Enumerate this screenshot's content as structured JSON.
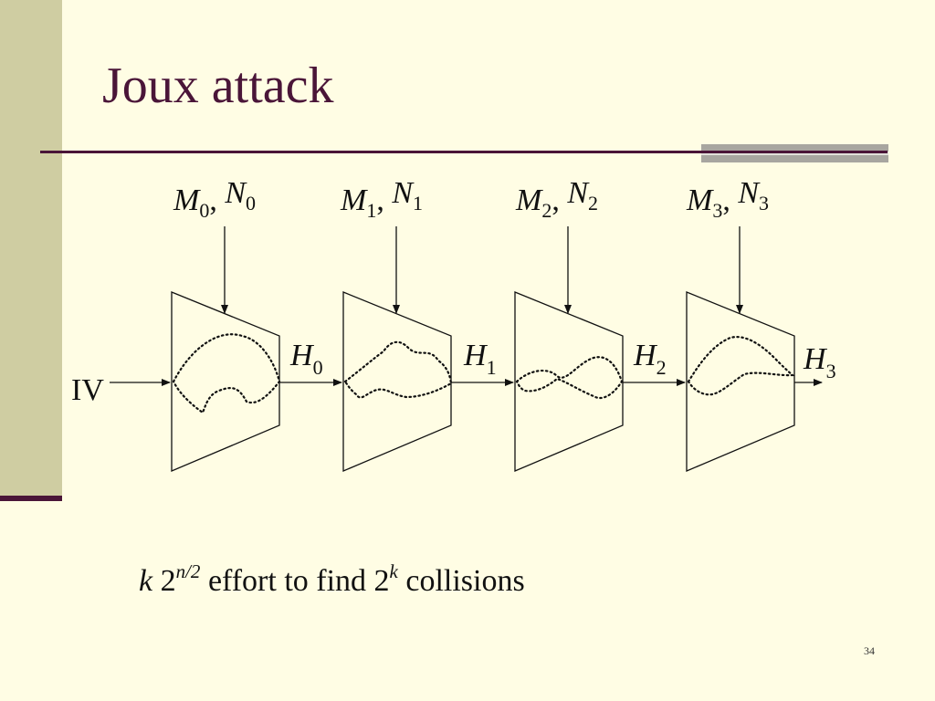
{
  "slide": {
    "title": "Joux attack",
    "page_number": "34",
    "colors": {
      "background": "#FFFDE4",
      "accent": "#4A1538",
      "sidebar": "#CFCDA2"
    }
  },
  "diagram": {
    "input_label": "IV",
    "blocks": [
      {
        "m": "M",
        "m_sub": "0",
        "n": "N",
        "n_sub": "0",
        "h": "H",
        "h_sub": "0"
      },
      {
        "m": "M",
        "m_sub": "1",
        "n": "N",
        "n_sub": "1",
        "h": "H",
        "h_sub": "1"
      },
      {
        "m": "M",
        "m_sub": "2",
        "n": "N",
        "n_sub": "2",
        "h": "H",
        "h_sub": "2"
      },
      {
        "m": "M",
        "m_sub": "3",
        "n": "N",
        "n_sub": "3",
        "h": "H",
        "h_sub": "3"
      }
    ],
    "separator": ", "
  },
  "caption": {
    "k": "k",
    "base": " 2",
    "exp1": "n/2",
    "mid": " effort to find 2",
    "exp2": "k",
    "end": " collisions"
  }
}
